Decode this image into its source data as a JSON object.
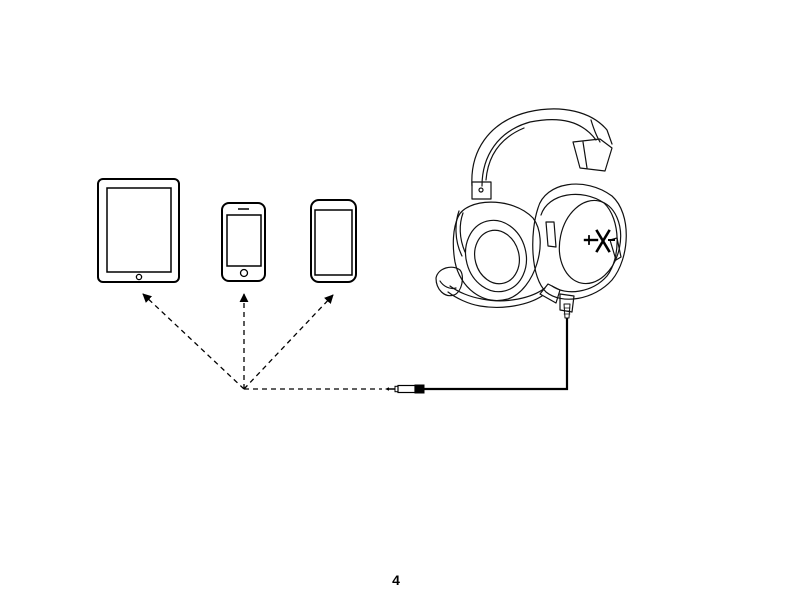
{
  "page": {
    "number": "4"
  },
  "diagram": {
    "devices": [
      {
        "icon": "tablet-icon"
      },
      {
        "icon": "iphone-icon"
      },
      {
        "icon": "android-phone-icon"
      }
    ],
    "headset_logo": "hyperx-logo",
    "connector": "3.5mm-jack-plug"
  },
  "colors": {
    "line": "#000000",
    "background": "#ffffff"
  }
}
